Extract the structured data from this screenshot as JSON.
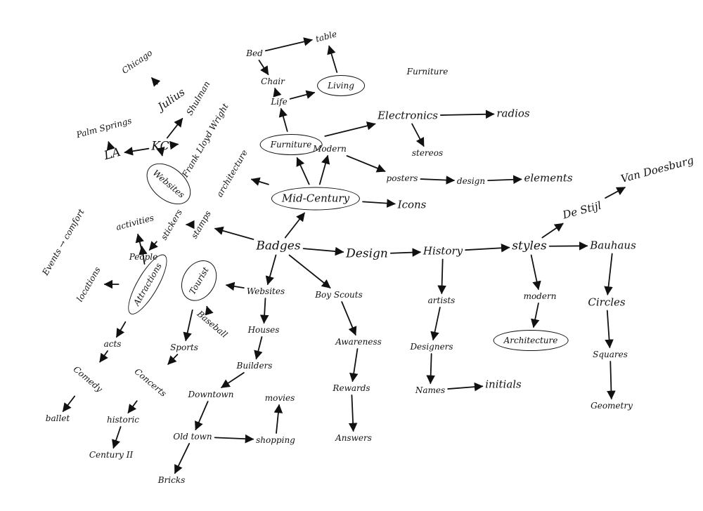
{
  "diagram": {
    "nodes": [
      {
        "id": "chicago",
        "label": "Chicago"
      },
      {
        "id": "palm_springs",
        "label": "Palm Springs"
      },
      {
        "id": "julius",
        "label": "Julius"
      },
      {
        "id": "shulman",
        "label": "Shulman"
      },
      {
        "id": "la",
        "label": "LA"
      },
      {
        "id": "kc",
        "label": "KC"
      },
      {
        "id": "frank_lloyd_wright",
        "label": "Frank Lloyd Wright"
      },
      {
        "id": "architecture_l",
        "label": "architecture"
      },
      {
        "id": "websites",
        "label": "Websites"
      },
      {
        "id": "activities",
        "label": "activities"
      },
      {
        "id": "stickers",
        "label": "stickers"
      },
      {
        "id": "stamps",
        "label": "stamps"
      },
      {
        "id": "events_comfort",
        "label": "Events → comfort"
      },
      {
        "id": "people",
        "label": "People"
      },
      {
        "id": "locations",
        "label": "locations"
      },
      {
        "id": "attractions",
        "label": "Attractions"
      },
      {
        "id": "tourist",
        "label": "Tourist"
      },
      {
        "id": "acts",
        "label": "acts"
      },
      {
        "id": "comedy",
        "label": "Comedy"
      },
      {
        "id": "ballet",
        "label": "ballet"
      },
      {
        "id": "baseball",
        "label": "Baseball"
      },
      {
        "id": "sports",
        "label": "Sports"
      },
      {
        "id": "concerts",
        "label": "Concerts"
      },
      {
        "id": "historic",
        "label": "historic"
      },
      {
        "id": "century_ii",
        "label": "Century II"
      },
      {
        "id": "bed",
        "label": "Bed"
      },
      {
        "id": "table",
        "label": "table"
      },
      {
        "id": "chair",
        "label": "Chair"
      },
      {
        "id": "life",
        "label": "Life"
      },
      {
        "id": "living",
        "label": "Living"
      },
      {
        "id": "furniture_top",
        "label": "Furniture"
      },
      {
        "id": "furniture",
        "label": "Furniture"
      },
      {
        "id": "modern",
        "label": "Modern"
      },
      {
        "id": "electronics",
        "label": "Electronics"
      },
      {
        "id": "radios",
        "label": "radios"
      },
      {
        "id": "stereos",
        "label": "stereos"
      },
      {
        "id": "posters",
        "label": "posters"
      },
      {
        "id": "design_p",
        "label": "design"
      },
      {
        "id": "elements",
        "label": "elements"
      },
      {
        "id": "midcentury",
        "label": "Mid-Century"
      },
      {
        "id": "icons",
        "label": "Icons"
      },
      {
        "id": "badges",
        "label": "Badges"
      },
      {
        "id": "design",
        "label": "Design"
      },
      {
        "id": "history",
        "label": "History"
      },
      {
        "id": "styles",
        "label": "styles"
      },
      {
        "id": "de_stijl",
        "label": "De Stijl"
      },
      {
        "id": "van_doesburg",
        "label": "Van Doesburg"
      },
      {
        "id": "bauhaus",
        "label": "Bauhaus"
      },
      {
        "id": "websites_b",
        "label": "Websites"
      },
      {
        "id": "boy_scouts",
        "label": "Boy Scouts"
      },
      {
        "id": "houses",
        "label": "Houses"
      },
      {
        "id": "builders",
        "label": "Builders"
      },
      {
        "id": "downtown",
        "label": "Downtown"
      },
      {
        "id": "movies",
        "label": "movies"
      },
      {
        "id": "oldtown",
        "label": "Old town"
      },
      {
        "id": "shopping",
        "label": "shopping"
      },
      {
        "id": "bricks",
        "label": "Bricks"
      },
      {
        "id": "awareness",
        "label": "Awareness"
      },
      {
        "id": "rewards",
        "label": "Rewards"
      },
      {
        "id": "answers",
        "label": "Answers"
      },
      {
        "id": "artists",
        "label": "artists"
      },
      {
        "id": "designers",
        "label": "Designers"
      },
      {
        "id": "names",
        "label": "Names"
      },
      {
        "id": "initials",
        "label": "initials"
      },
      {
        "id": "modern_s",
        "label": "modern"
      },
      {
        "id": "architecture",
        "label": "Architecture"
      },
      {
        "id": "circles",
        "label": "Circles"
      },
      {
        "id": "squares",
        "label": "Squares"
      },
      {
        "id": "geometry",
        "label": "Geometry"
      }
    ],
    "edges": [
      [
        "midcentury",
        "furniture"
      ],
      [
        "midcentury",
        "modern"
      ],
      [
        "midcentury",
        "architecture_l"
      ],
      [
        "midcentury",
        "icons"
      ],
      [
        "furniture",
        "life"
      ],
      [
        "life",
        "chair"
      ],
      [
        "bed",
        "chair"
      ],
      [
        "bed",
        "table"
      ],
      [
        "living",
        "table"
      ],
      [
        "life",
        "living"
      ],
      [
        "furniture",
        "electronics"
      ],
      [
        "modern",
        "posters"
      ],
      [
        "electronics",
        "radios"
      ],
      [
        "electronics",
        "stereos"
      ],
      [
        "posters",
        "design_p"
      ],
      [
        "design_p",
        "elements"
      ],
      [
        "badges",
        "midcentury"
      ],
      [
        "badges",
        "design"
      ],
      [
        "design",
        "history"
      ],
      [
        "history",
        "styles"
      ],
      [
        "styles",
        "de_stijl"
      ],
      [
        "de_stijl",
        "van_doesburg"
      ],
      [
        "styles",
        "bauhaus"
      ],
      [
        "styles",
        "modern_s"
      ],
      [
        "modern_s",
        "architecture"
      ],
      [
        "bauhaus",
        "circles"
      ],
      [
        "circles",
        "squares"
      ],
      [
        "squares",
        "geometry"
      ],
      [
        "history",
        "artists"
      ],
      [
        "artists",
        "designers"
      ],
      [
        "designers",
        "names"
      ],
      [
        "names",
        "initials"
      ],
      [
        "badges",
        "stamps"
      ],
      [
        "badges",
        "websites_b"
      ],
      [
        "badges",
        "boy_scouts"
      ],
      [
        "boy_scouts",
        "awareness"
      ],
      [
        "awareness",
        "rewards"
      ],
      [
        "rewards",
        "answers"
      ],
      [
        "websites_b",
        "houses"
      ],
      [
        "websites_b",
        "tourist"
      ],
      [
        "houses",
        "builders"
      ],
      [
        "builders",
        "downtown"
      ],
      [
        "downtown",
        "oldtown"
      ],
      [
        "oldtown",
        "shopping"
      ],
      [
        "shopping",
        "movies"
      ],
      [
        "oldtown",
        "bricks"
      ],
      [
        "tourist",
        "baseball"
      ],
      [
        "tourist",
        "sports"
      ],
      [
        "sports",
        "concerts"
      ],
      [
        "concerts",
        "historic"
      ],
      [
        "historic",
        "century_ii"
      ],
      [
        "stamps",
        "stickers"
      ],
      [
        "stickers",
        "people"
      ],
      [
        "people",
        "activities"
      ],
      [
        "people",
        "attractions"
      ],
      [
        "attractions",
        "locations"
      ],
      [
        "attractions",
        "acts"
      ],
      [
        "acts",
        "comedy"
      ],
      [
        "comedy",
        "ballet"
      ],
      [
        "websites",
        "kc"
      ],
      [
        "kc",
        "la"
      ],
      [
        "kc",
        "frank_lloyd_wright"
      ],
      [
        "kc",
        "shulman"
      ],
      [
        "la",
        "palm_springs"
      ],
      [
        "julius",
        "chicago"
      ]
    ]
  }
}
